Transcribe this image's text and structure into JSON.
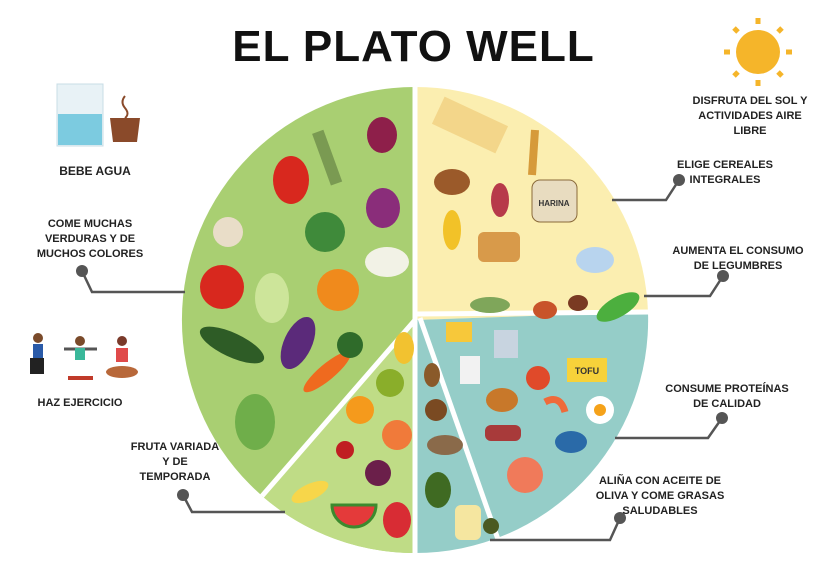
{
  "title": "EL PLATO  WELL",
  "labels": {
    "water": "BEBE AGUA",
    "vegetables": "COME MUCHAS\nVERDURAS Y DE\nMUCHOS COLORES",
    "exercise": "HAZ EJERCICIO",
    "fruit": "FRUTA VARIADA\nY DE\nTEMPORADA",
    "sun": "DISFRUTA DEL SOL Y\nACTIVIDADES AIRE\nLIBRE",
    "cereals": "ELIGE CEREALES\nINTEGRALES",
    "legumes": "AUMENTA EL CONSUMO\nDE LEGUMBRES",
    "proteins": "CONSUME  PROTEÍNAS\nDE CALIDAD",
    "fats": "ALIÑA CON ACEITE DE\nOLIVA Y COME GRASAS\nSALUDABLES"
  },
  "item_text": {
    "flour_bag": "HARINA",
    "tofu": "TOFU"
  },
  "colors": {
    "vegetables": "#a9cf72",
    "fruit": "#b8d97e",
    "cereals": "#fbeeb0",
    "proteins": "#8fcac6",
    "connector": "#555555",
    "sun": "#f5b52a"
  }
}
